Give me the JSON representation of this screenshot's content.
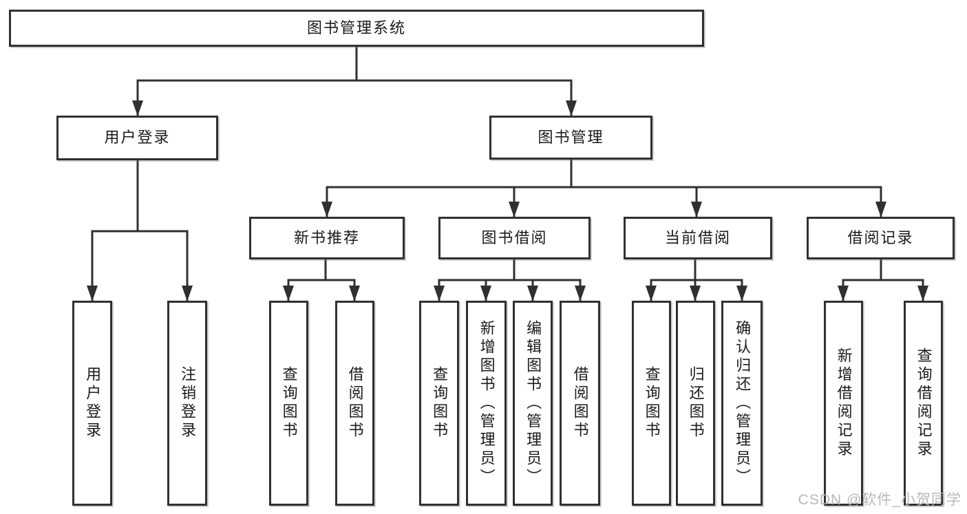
{
  "diagram_title": "图书管理系统",
  "tree": {
    "label": "图书管理系统",
    "children": [
      {
        "label": "用户登录",
        "children": [
          {
            "label": "用户登录"
          },
          {
            "label": "注销登录"
          }
        ]
      },
      {
        "label": "图书管理",
        "children": [
          {
            "label": "新书推荐",
            "children": [
              {
                "label": "查询图书"
              },
              {
                "label": "借阅图书"
              }
            ]
          },
          {
            "label": "图书借阅",
            "children": [
              {
                "label": "查询图书"
              },
              {
                "label": "新增图书（管理员）"
              },
              {
                "label": "编辑图书（管理员）"
              },
              {
                "label": "借阅图书"
              }
            ]
          },
          {
            "label": "当前借阅",
            "children": [
              {
                "label": "查询图书"
              },
              {
                "label": "归还图书"
              },
              {
                "label": "确认归还（管理员）"
              }
            ]
          },
          {
            "label": "借阅记录",
            "children": [
              {
                "label": "新增借阅记录"
              },
              {
                "label": "查询借阅记录"
              }
            ]
          }
        ]
      }
    ]
  },
  "watermark": "CSDN @软件_小贺同学",
  "colors": {
    "line": "#303030",
    "box_border": "#303030",
    "text": "#1a1a1a",
    "background": "#ffffff",
    "watermark": "#b8b8b8"
  }
}
